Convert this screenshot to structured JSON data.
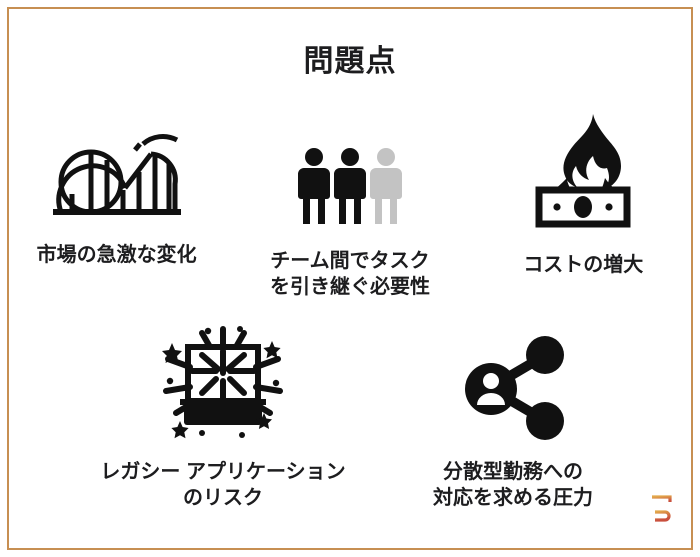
{
  "slide": {
    "title": "問題点",
    "background_color": "#ffffff",
    "border_color": "#c78f52",
    "text_color": "#1d1d1f"
  },
  "items": [
    {
      "id": "market-change",
      "icon": "roller-coaster-icon",
      "label": "市場の急激な変化",
      "icon_color": "#111111"
    },
    {
      "id": "task-handoff",
      "icon": "three-people-icon",
      "label": "チーム間でタスク\nを引き継ぐ必要性",
      "icon_color": "#111111",
      "icon_accent_color": "#c3c3c3"
    },
    {
      "id": "cost-increase",
      "icon": "burning-money-icon",
      "label": "コストの増大",
      "icon_color": "#111111"
    },
    {
      "id": "legacy-risk",
      "icon": "exploding-laptop-icon",
      "label": "レガシー アプリケーション\nのリスク",
      "icon_color": "#111111"
    },
    {
      "id": "distributed-work",
      "icon": "share-network-person-icon",
      "label": "分散型勤務への\n対応を求める圧力",
      "icon_color": "#111111"
    }
  ],
  "logo": {
    "name": "brand-logo",
    "gradient_start": "#e2a84b",
    "gradient_end": "#c94f3d"
  }
}
